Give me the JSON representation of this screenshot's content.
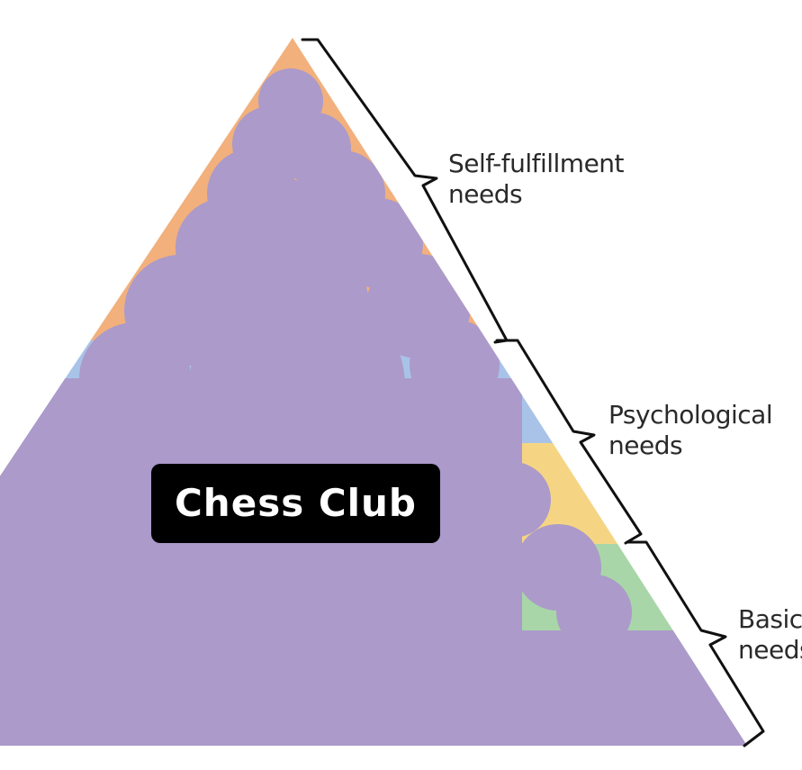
{
  "diagram": {
    "tiers": [
      {
        "id": "self-fulfillment",
        "color": "#f2b07c"
      },
      {
        "id": "psychological-upper",
        "color": "#a9c3e8"
      },
      {
        "id": "psychological-lower",
        "color": "#f5d584"
      },
      {
        "id": "basic",
        "color": "#a9d6a8"
      }
    ],
    "overlay_color": "#ab9aca",
    "bracket_color": "#111111"
  },
  "labels": {
    "self_fulfillment": [
      "Self-fulfillment",
      "needs"
    ],
    "psychological": [
      "Psychological",
      "needs"
    ],
    "basic": [
      "Basic",
      "needs"
    ]
  },
  "banner": {
    "text": "Chess Club"
  }
}
